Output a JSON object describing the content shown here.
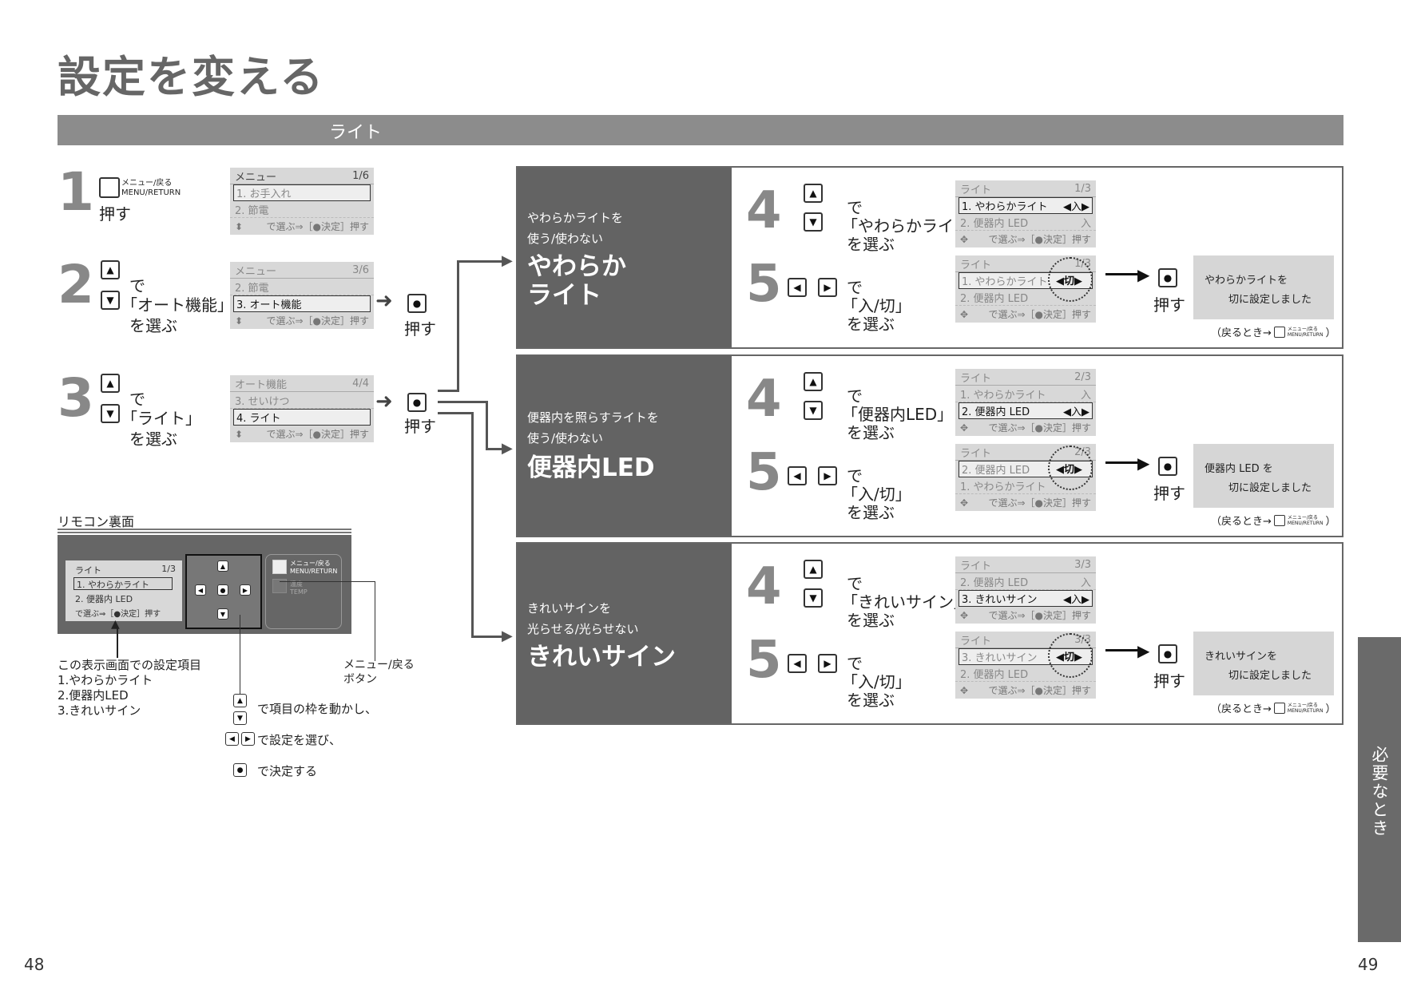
{
  "page": {
    "title": "設定を変える",
    "section": "ライト",
    "page_left": "48",
    "page_right": "49",
    "side_tab": "必要なとき"
  },
  "common": {
    "push": "押す",
    "de": "で",
    "wo_erabu": "を選ぶ",
    "on_off": "「入/切」",
    "menu_return_top": "メニュー/戻る",
    "menu_return_bottom": "MENU/RETURN",
    "return_note": "（戻るとき→",
    "return_note_end": "）"
  },
  "steps": [
    {
      "num": "1",
      "menu": {
        "header": "メニュー",
        "page": "1/6",
        "rows": [
          "1. お手入れ",
          "2. 節電"
        ],
        "selected": 0,
        "footer": "で選ぶ⇒［●決定］押す"
      }
    },
    {
      "num": "2",
      "choice": "「オート機能」",
      "menu": {
        "header": "メニュー",
        "page": "3/6",
        "rows": [
          "2. 節電",
          "3. オート機能"
        ],
        "selected": 1,
        "footer": "で選ぶ⇒［●決定］押す"
      }
    },
    {
      "num": "3",
      "choice": "「ライト」",
      "menu": {
        "header": "オート機能",
        "page": "4/4",
        "rows": [
          "3. せいけつ",
          "4. ライト"
        ],
        "selected": 1,
        "footer": "で選ぶ⇒［●決定］押す"
      }
    }
  ],
  "panels": [
    {
      "desc1": "やわらかライトを",
      "desc2": "使う/使わない",
      "name1": "やわらか",
      "name2": "ライト",
      "step4_choice": "「やわらかライト」",
      "menu4": {
        "header": "ライト",
        "page": "1/3",
        "rows": [
          "1. やわらかライト",
          "2. 便器内 LED"
        ],
        "selected": 0,
        "sel_value": "◀入▶",
        "other_value": "入",
        "footer": "で選ぶ⇒［●決定］押す"
      },
      "menu5": {
        "header": "ライト",
        "page": "1/3",
        "rows": [
          "1. やわらかライト",
          "2. 便器内 LED"
        ],
        "value": "◀切▶",
        "footer": "で選ぶ⇒［●決定］押す"
      },
      "msg1": "やわらかライトを",
      "msg2": "切に設定しました"
    },
    {
      "desc1": "便器内を照らすライトを",
      "desc2": "使う/使わない",
      "name1": "便器内LED",
      "name2": "",
      "step4_choice": "「便器内LED」",
      "menu4": {
        "header": "ライト",
        "page": "2/3",
        "rows": [
          "1. やわらかライト",
          "2. 便器内 LED"
        ],
        "selected": 1,
        "sel_value": "◀入▶",
        "other_value": "入",
        "footer": "で選ぶ⇒［●決定］押す"
      },
      "menu5": {
        "header": "ライト",
        "page": "2/3",
        "rows": [
          "1. やわらかライト",
          "2. 便器内 LED"
        ],
        "value": "◀切▶",
        "footer": "で選ぶ⇒［●決定］押す"
      },
      "msg1": "便器内 LED を",
      "msg2": "切に設定しました"
    },
    {
      "desc1": "きれいサインを",
      "desc2": "光らせる/光らせない",
      "name1": "きれいサイン",
      "name2": "",
      "step4_choice": "「きれいサイン」",
      "menu4": {
        "header": "ライト",
        "page": "3/3",
        "rows": [
          "2. 便器内 LED",
          "3. きれいサイン"
        ],
        "selected": 1,
        "sel_value": "◀入▶",
        "other_value": "入",
        "footer": "で選ぶ⇒［●決定］押す"
      },
      "menu5": {
        "header": "ライト",
        "page": "3/3",
        "rows": [
          "2. 便器内 LED",
          "3. きれいサイン"
        ],
        "value": "◀切▶",
        "footer": "で選ぶ⇒［●決定］押す"
      },
      "msg1": "きれいサインを",
      "msg2": "切に設定しました"
    }
  ],
  "remote": {
    "caption": "リモコン裏面",
    "screen": {
      "header": "ライト",
      "page": "1/3",
      "row1": "1. やわらかライト",
      "row2": "2. 便器内 LED",
      "footer": "で選ぶ⇒［●決定］押す"
    },
    "temp_top": "温度",
    "temp_bottom": "TEMP",
    "note_title": "この表示画面での設定項目",
    "note_items": [
      "1.やわらかライト",
      "2.便器内LED",
      "3.きれいサイン"
    ],
    "menu_btn_label1": "メニュー/戻る",
    "menu_btn_label2": "ボタン",
    "legend1": "で項目の枠を動かし、",
    "legend2": "で設定を選び、",
    "legend3": "で決定する"
  }
}
